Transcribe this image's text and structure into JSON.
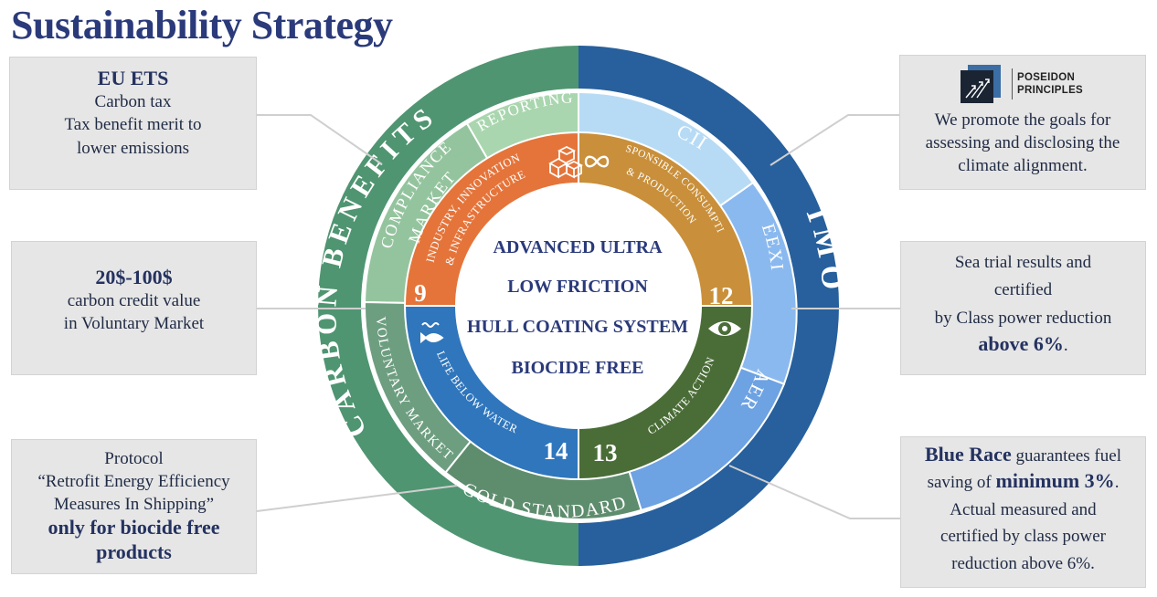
{
  "title": "Sustainability Strategy",
  "center": {
    "lines": [
      "ADVANCED ULTRA",
      "LOW FRICTION",
      "HULL COATING SYSTEM",
      "BIOCIDE FREE"
    ]
  },
  "outer_ring": {
    "left_label": "CARBON BENEFITS",
    "right_label": "IMO"
  },
  "middle_ring": {
    "reporting": "REPORTING",
    "compliance_line1": "COMPLIANCE",
    "compliance_line2": "MARKET",
    "voluntary": "VOLUNTARY MARKET",
    "gold": "GOLD STANDARD",
    "cii": "CII",
    "eexi": "EEXI",
    "aer": "AER"
  },
  "sdg": {
    "industry_line1": "INDUSTRY, INNOVATION",
    "industry_line2": "& INFRASTRUCTURE",
    "industry_num": "9",
    "consumption_line1": "RESPONSIBLE CONSUMPTION",
    "consumption_line2": "& PRODUCTION",
    "consumption_num": "12",
    "water": "LIFE BELOW WATER",
    "water_num": "14",
    "climate": "CLIMATE ACTION",
    "climate_num": "13"
  },
  "boxes": {
    "eu": {
      "heading": "EU ETS",
      "line1": "Carbon tax",
      "line2": "Tax benefit merit to",
      "line3": "lower emissions"
    },
    "voluntary": {
      "heading": "20$-100$",
      "line1": "carbon credit value",
      "line2": "in Voluntary Market"
    },
    "protocol": {
      "line1": "Protocol",
      "line2": "“Retrofit Energy Efficiency",
      "line3": "Measures In Shipping”",
      "bold1": "only for biocide free",
      "bold2": "products"
    },
    "poseidon": {
      "logo_line1": "POSEIDON",
      "logo_line2": "PRINCIPLES",
      "line1": "We promote the goals for",
      "line2": "assessing and disclosing the",
      "line3": "climate alignment."
    },
    "sea": {
      "line1": "Sea trial results and",
      "line2": "certified",
      "line3": "by Class power reduction",
      "bold": "above 6%",
      "suffix": "."
    },
    "blue": {
      "brand": "Blue Race",
      "text1": " guarantees fuel",
      "text2": "saving of ",
      "bold": "minimum 3%",
      "suffix": ".",
      "line3": "Actual measured and",
      "line4": "certified by class power",
      "line5": "reduction above 6%."
    }
  },
  "colors": {
    "carbon_green": "#4f9571",
    "imo_blue": "#27609c",
    "compliance_green": "#94c49e",
    "reporting_green": "#a9d6ae",
    "voluntary_green": "#6d9e80",
    "gold_green": "#5e8d6e",
    "cii_blue": "#b7dbf5",
    "eexi_blue": "#8ab9ef",
    "aer_blue": "#6da2e3",
    "sdg9_orange": "#e5743a",
    "sdg12_gold": "#c98f3a",
    "sdg14_blue": "#2f76bd",
    "sdg13_green": "#4a6d37",
    "title_navy": "#2a3a7a"
  }
}
